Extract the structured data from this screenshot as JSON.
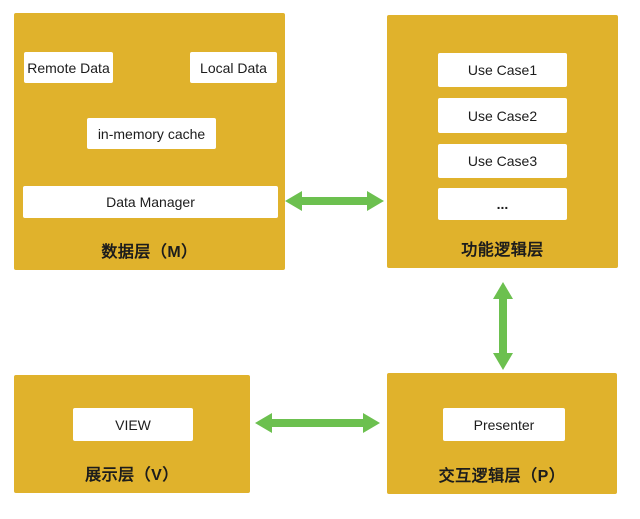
{
  "colors": {
    "page_bg": "#FFFFFF",
    "panel_yellow": "#E0B22C",
    "arrow_green": "#6CC04F",
    "card_white": "#FFFFFF",
    "text_dark": "#1C1C1C"
  },
  "diagram": {
    "data_layer": {
      "label": "数据层（M）",
      "remote_card": "Remote Data",
      "local_card": "Local Data",
      "cache_card": "in-memory cache",
      "manager_card": "Data Manager"
    },
    "functional_layer": {
      "label": "功能逻辑层",
      "cards": [
        "Use Case1",
        "Use Case2",
        "Use Case3",
        "..."
      ]
    },
    "view_layer": {
      "label": "展示层（V）",
      "view_card": "VIEW"
    },
    "presenter_layer": {
      "label": "交互逻辑层（P）",
      "presenter_card": "Presenter"
    },
    "arrows": [
      {
        "name": "data-layer to functional-layer",
        "direction": "horizontal",
        "double_headed": true
      },
      {
        "name": "functional-layer to presenter-layer",
        "direction": "vertical",
        "double_headed": true
      },
      {
        "name": "view-layer to presenter-layer",
        "direction": "horizontal",
        "double_headed": true
      }
    ]
  }
}
